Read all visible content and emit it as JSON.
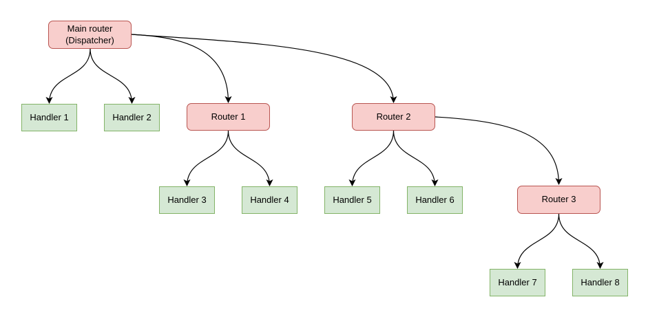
{
  "colors": {
    "background": "#ffffff",
    "router_fill": "#f8cecc",
    "router_stroke": "#b85450",
    "handler_fill": "#d5e8d4",
    "handler_stroke": "#82b366",
    "edge": "#000000",
    "text": "#000000"
  },
  "nodes": [
    {
      "id": "main",
      "type": "router",
      "label": "Main router\n(Dispatcher)"
    },
    {
      "id": "handler1",
      "type": "handler",
      "label": "Handler 1"
    },
    {
      "id": "handler2",
      "type": "handler",
      "label": "Handler 2"
    },
    {
      "id": "router1",
      "type": "router",
      "label": "Router 1"
    },
    {
      "id": "router2",
      "type": "router",
      "label": "Router 2"
    },
    {
      "id": "router3",
      "type": "router",
      "label": "Router 3"
    },
    {
      "id": "handler3",
      "type": "handler",
      "label": "Handler 3"
    },
    {
      "id": "handler4",
      "type": "handler",
      "label": "Handler 4"
    },
    {
      "id": "handler5",
      "type": "handler",
      "label": "Handler 5"
    },
    {
      "id": "handler6",
      "type": "handler",
      "label": "Handler 6"
    },
    {
      "id": "handler7",
      "type": "handler",
      "label": "Handler 7"
    },
    {
      "id": "handler8",
      "type": "handler",
      "label": "Handler 8"
    }
  ],
  "edges": [
    {
      "from": "main",
      "to": "handler1"
    },
    {
      "from": "main",
      "to": "handler2"
    },
    {
      "from": "main",
      "to": "router1"
    },
    {
      "from": "main",
      "to": "router2"
    },
    {
      "from": "router1",
      "to": "handler3"
    },
    {
      "from": "router1",
      "to": "handler4"
    },
    {
      "from": "router2",
      "to": "handler5"
    },
    {
      "from": "router2",
      "to": "handler6"
    },
    {
      "from": "router2",
      "to": "router3"
    },
    {
      "from": "router3",
      "to": "handler7"
    },
    {
      "from": "router3",
      "to": "handler8"
    }
  ]
}
